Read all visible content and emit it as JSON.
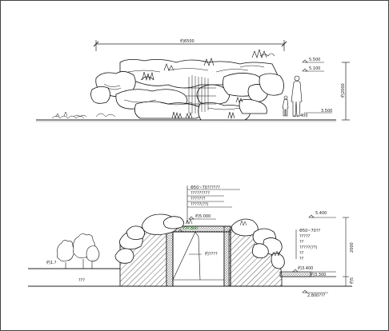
{
  "elevation": {
    "width_dim": "约6500",
    "height_dim": "约2000",
    "level_top": "5.500",
    "level_upper": "5.100",
    "level_ground": "3.500",
    "level_water": "±3.400"
  },
  "section": {
    "planting_note_1": "Φ50~70??????",
    "planting_note_2": "?????????",
    "planting_note_3": "???????",
    "planting_note_4": "?????(??)",
    "level_top": "约5.000",
    "level_slab": "约4.800",
    "void_label": "约????",
    "level_right": "5.400",
    "right_note_1": "Φ50~70??",
    "right_note_2": "?????",
    "right_note_3": "??",
    "right_note_4": "?????(??)",
    "right_note_5": "??",
    "right_note_6": "??",
    "level_water": "约3.400",
    "dim_height": "2000",
    "level_pool": "约3.300",
    "base_dim": "2.800???",
    "left_ground_label": "???",
    "tree_label": "约1.?",
    "small_dim": "约5"
  }
}
